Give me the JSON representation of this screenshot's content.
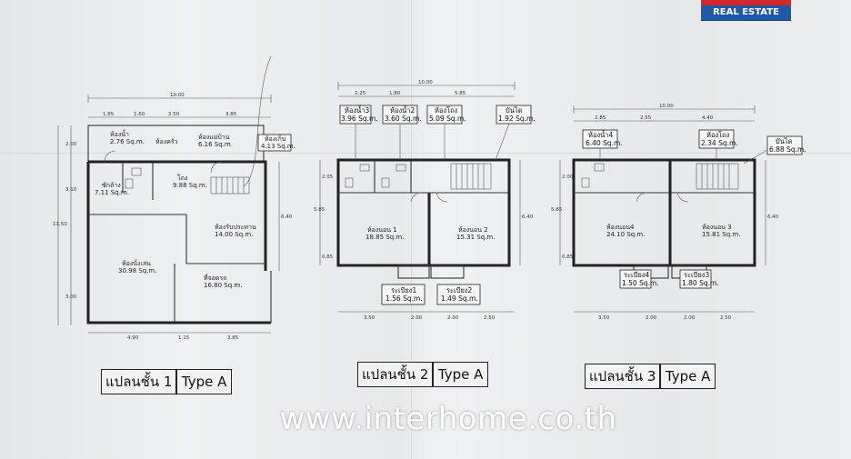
{
  "brand": {
    "logo_text": "REAL ESTATE",
    "watermark": "www.interhome.co.th"
  },
  "plan1": {
    "label_th": "แปลนชั้น 1",
    "label_type": "Type A",
    "dims_top": [
      "10.00"
    ],
    "dims_top2": [
      "1.85",
      "1.60",
      "2.50",
      "3.85"
    ],
    "dims_bottom": [
      "4.90",
      "1.15",
      "3.85"
    ],
    "dims_left": [
      "2.00",
      "3.10",
      "11.50",
      "3.00"
    ],
    "dims_right": [
      "6.40"
    ],
    "rooms": {
      "bath": "ห้องน้ำ",
      "bath_area": "2.76 Sq.m.",
      "kitchen": "ห้องครัว",
      "maid": "ห้องแม่บ้าน",
      "maid_area": "6.16 Sq.m.",
      "storage": "ห้องเก็บ",
      "storage_area": "4.13 Sq.m.",
      "wash": "ซักล้าง",
      "wash_area": "7.11 Sq.m.",
      "hall": "โถง",
      "hall_area": "9.88 Sq.m.",
      "dining": "ห้องรับประทาน",
      "dining_area": "14.00 Sq.m.",
      "living": "ห้องนั่งเล่น",
      "living_area": "30.98 Sq.m.",
      "parking": "ที่จอดรถ",
      "parking_area": "16.80 Sq.m."
    }
  },
  "plan2": {
    "label_th": "แปลนชั้น 2",
    "label_type": "Type A",
    "dims_top": [
      "10.00"
    ],
    "dims_top2": [
      "2.25",
      "1.80",
      "5.85"
    ],
    "dims_bottom": [
      "3.50",
      "2.00",
      "2.00",
      "2.50"
    ],
    "dims_left": [
      "2.05",
      "5.85",
      "0.85"
    ],
    "dims_right": [
      "6.40"
    ],
    "rooms": {
      "bath3": "ห้องน้ำ3",
      "bath3_area": "3.96 Sq.m.",
      "bath2": "ห้องน้ำ2",
      "bath2_area": "3.60 Sq.m.",
      "hall": "ห้องโถง",
      "hall_area": "5.09 Sq.m.",
      "stair": "บันได",
      "stair_area": "1.92 Sq.m.",
      "bed1": "ห้องนอน 1",
      "bed1_area": "18.85 Sq.m.",
      "bed2": "ห้องนอน 2",
      "bed2_area": "15.31 Sq.m.",
      "balcony1": "ระเบียง1",
      "balcony1_area": "1.56 Sq.m.",
      "balcony2": "ระเบียง2",
      "balcony2_area": "1.49 Sq.m."
    }
  },
  "plan3": {
    "label_th": "แปลนชั้น 3",
    "label_type": "Type A",
    "dims_top": [
      "10.00"
    ],
    "dims_top2": [
      "2.85",
      "2.55",
      "4.40"
    ],
    "dims_bottom": [
      "3.50",
      "2.00",
      "2.00",
      "2.50"
    ],
    "dims_left": [
      "2.00",
      "5.85",
      "0.85"
    ],
    "dims_right": [
      "6.40"
    ],
    "rooms": {
      "bath4": "ห้องน้ำ4",
      "bath4_area": "6.40 Sq.m.",
      "hall": "ห้องโถง",
      "hall_area": "2.34 Sq.m.",
      "stair": "บันได",
      "stair_area": "6.88 Sq.m.",
      "bed4": "ห้องนอน4",
      "bed4_area": "24.10 Sq.m.",
      "bed3": "ห้องนอน 3",
      "bed3_area": "15.81 Sq.m.",
      "balcony4": "ระเบียง4",
      "balcony4_area": "1.50 Sq.m.",
      "balcony3": "ระเบียง3",
      "balcony3_area": "1.80 Sq.m."
    }
  }
}
